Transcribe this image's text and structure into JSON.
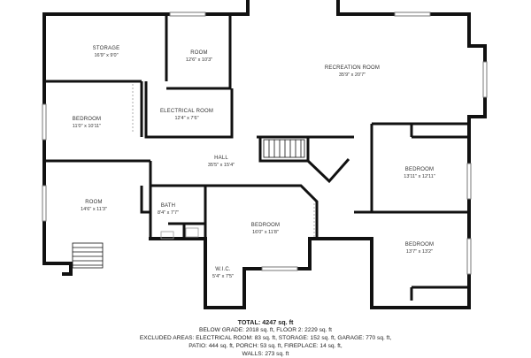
{
  "rooms": [
    {
      "name": "STORAGE",
      "dim": "16'9\" x 9'0\""
    },
    {
      "name": "ROOM",
      "dim": "12'6\" x 10'3\""
    },
    {
      "name": "RECREATION ROOM",
      "dim": "35'9\" x 20'7\""
    },
    {
      "name": "BEDROOM",
      "dim": "11'0\" x 10'11\""
    },
    {
      "name": "ELECTRICAL ROOM",
      "dim": "12'4\" x 7'6\""
    },
    {
      "name": "HALL",
      "dim": "35'5\" x 15'4\""
    },
    {
      "name": "BEDROOM",
      "dim": "13'11\" x 12'11\""
    },
    {
      "name": "ROOM",
      "dim": "14'6\" x 11'3\""
    },
    {
      "name": "BATH",
      "dim": "8'4\" x 7'7\""
    },
    {
      "name": "BEDROOM",
      "dim": "16'0\" x 11'8\""
    },
    {
      "name": "BEDROOM",
      "dim": "13'7\" x 13'2\""
    },
    {
      "name": "W.I.C.",
      "dim": "5'4\" x 7'5\""
    }
  ],
  "summary": {
    "total": "TOTAL: 4247 sq. ft",
    "line1": "BELOW GRADE: 2018 sq. ft, FLOOR 2: 2229 sq. ft",
    "line2": "EXCLUDED AREAS: ELECTRICAL ROOM: 83 sq. ft, STORAGE: 152 sq. ft, GARAGE: 770 sq. ft,",
    "line3": "PATIO: 444 sq. ft, PORCH: 53 sq. ft, FIREPLACE: 14 sq. ft,",
    "line4": "WALLS: 273 sq. ft"
  }
}
